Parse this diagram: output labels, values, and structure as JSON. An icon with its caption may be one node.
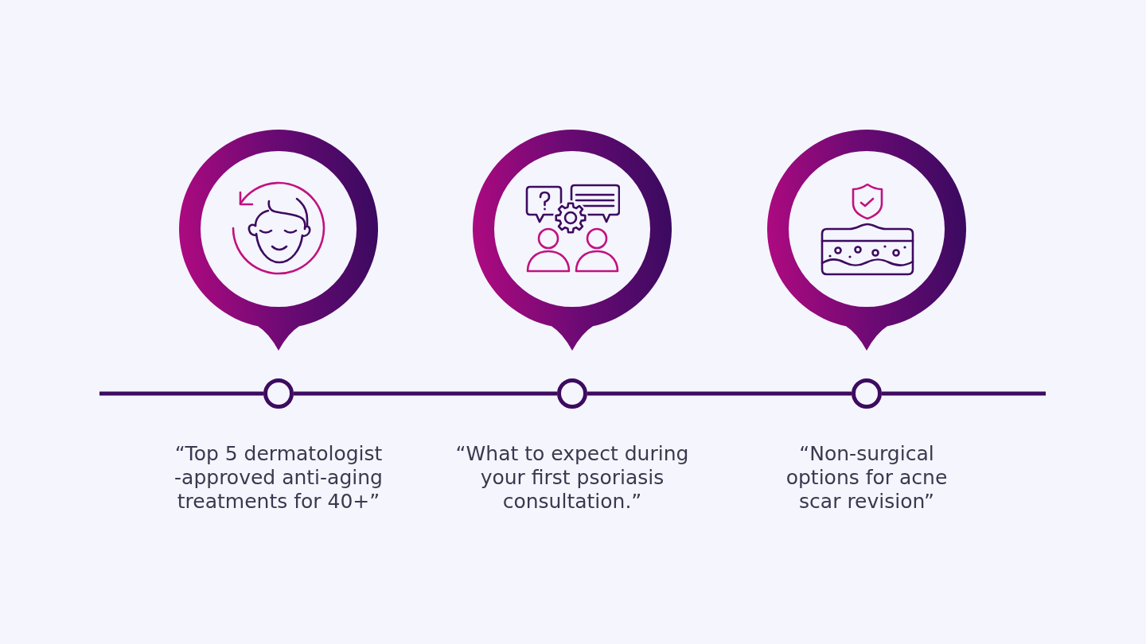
{
  "diagram": {
    "nodes": [
      {
        "text": [],
        "shape": "pin"
      },
      {
        "text": [],
        "shape": "pin"
      },
      {
        "text": [],
        "shape": "pin"
      },
      {
        "text": [],
        "shape": "circle",
        "beside": [
          "“Top 5 dermatologist -approved anti-aging treatments for 40+”"
        ]
      },
      {
        "text": [],
        "shape": "circle",
        "beside": [
          "“What to expect during your first psoriasis consultation.”"
        ]
      },
      {
        "text": [],
        "shape": "circle",
        "beside": [
          "“Non-surgical options for acne scar revision”"
        ]
      }
    ],
    "edges": [
      {
        "from": null,
        "to": 3,
        "arrow": "none"
      },
      {
        "from": 3,
        "to": 4,
        "arrow": "none"
      },
      {
        "from": 4,
        "to": 5,
        "arrow": "none"
      },
      {
        "from": 5,
        "to": null,
        "arrow": "none"
      }
    ]
  }
}
